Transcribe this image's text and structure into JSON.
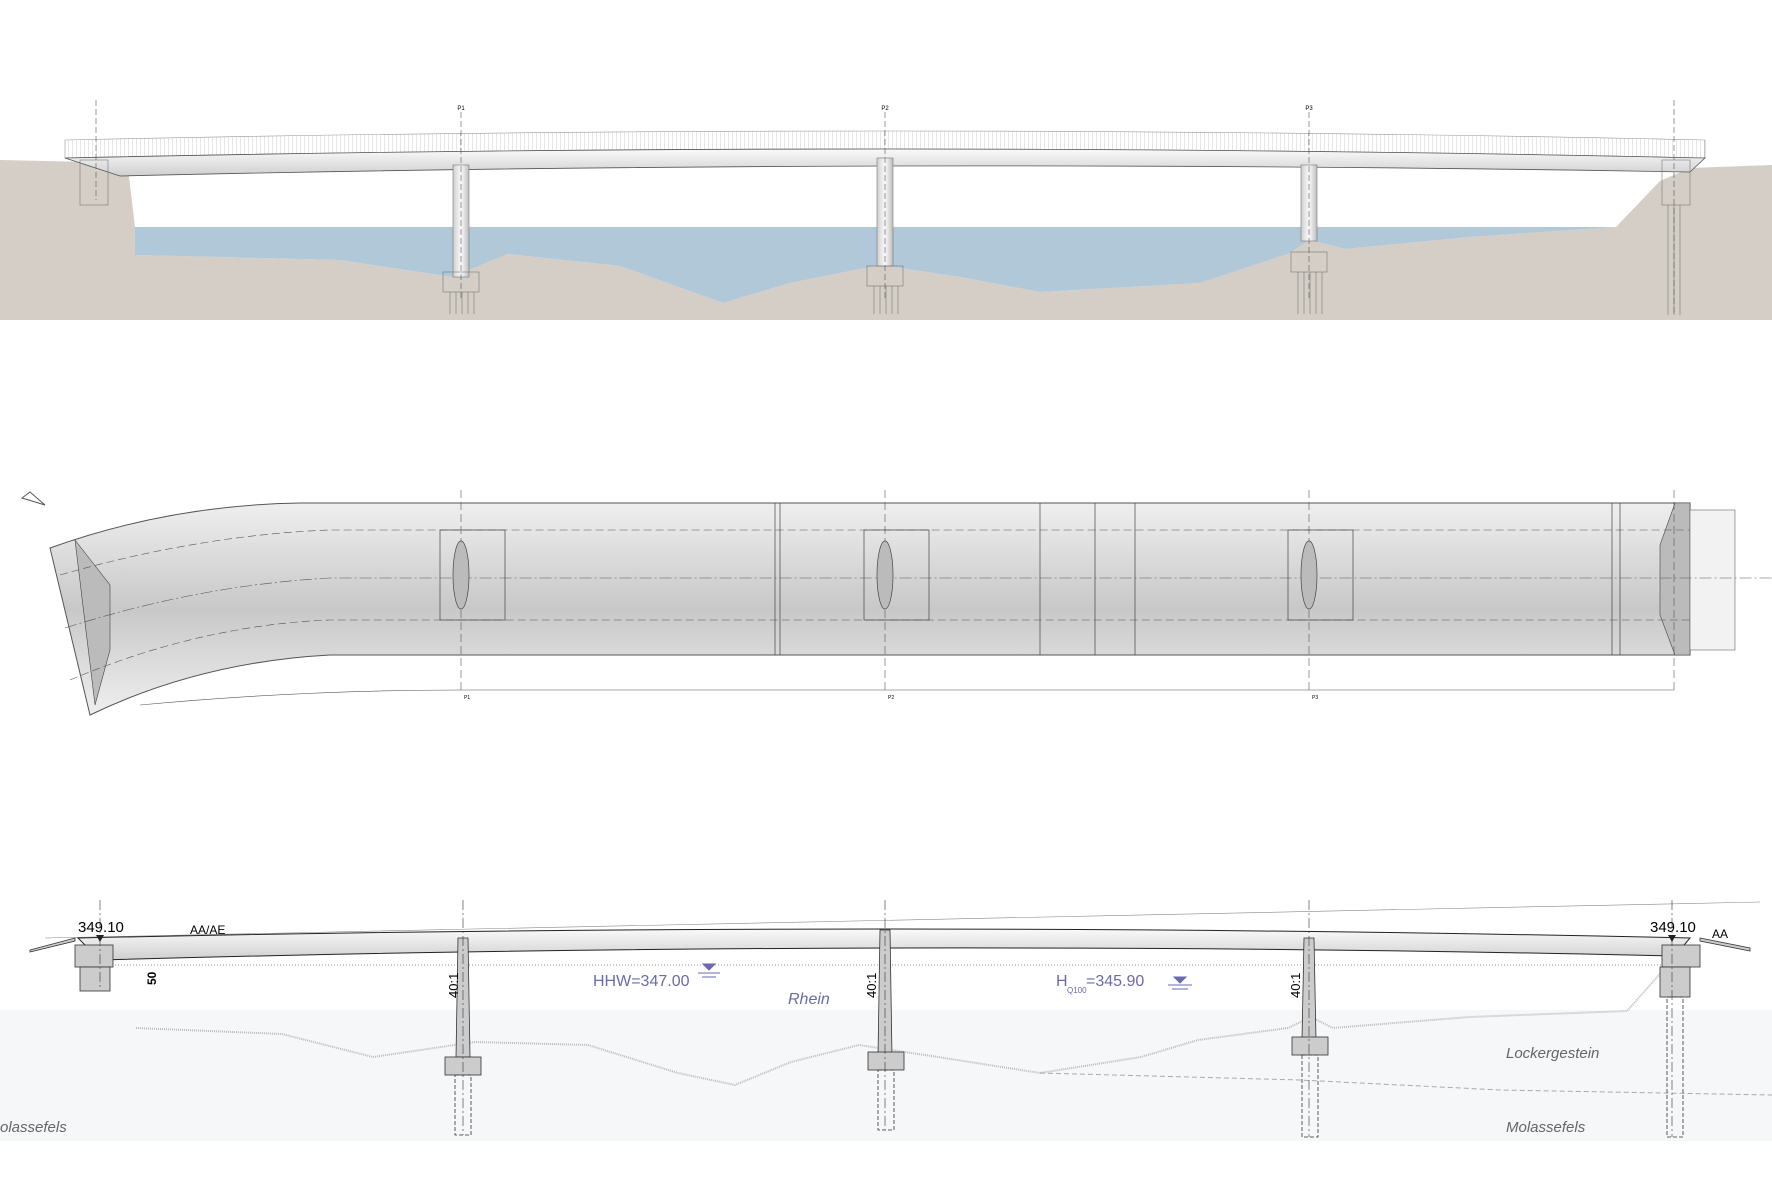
{
  "elevation_view": {
    "pier_labels": [
      "P1",
      "P2",
      "P3"
    ]
  },
  "plan_view": {
    "pier_labels": [
      "P1",
      "P2",
      "P3"
    ]
  },
  "longitudinal_section": {
    "abutment_left_level": "349.10",
    "abutment_right_level": "349.10",
    "marker_left": "AA/AE",
    "marker_right": "AA",
    "clearance_dim": "50",
    "pier_batter": [
      "40:1",
      "40:1",
      "40:1"
    ],
    "hhw_label": "HHW=347.00",
    "hq100_prefix": "H",
    "hq100_sub": "Q100",
    "hq100_value": "=345.90",
    "river_label": "Rhein",
    "soil_upper": "Lockergestein",
    "soil_lower": "Molassefels",
    "soil_lower_left": "olassefels"
  },
  "colors": {
    "ground": "#d5cec6",
    "water": "#b0c8d8",
    "water_label": "#6a6aae",
    "line": "#333333"
  }
}
